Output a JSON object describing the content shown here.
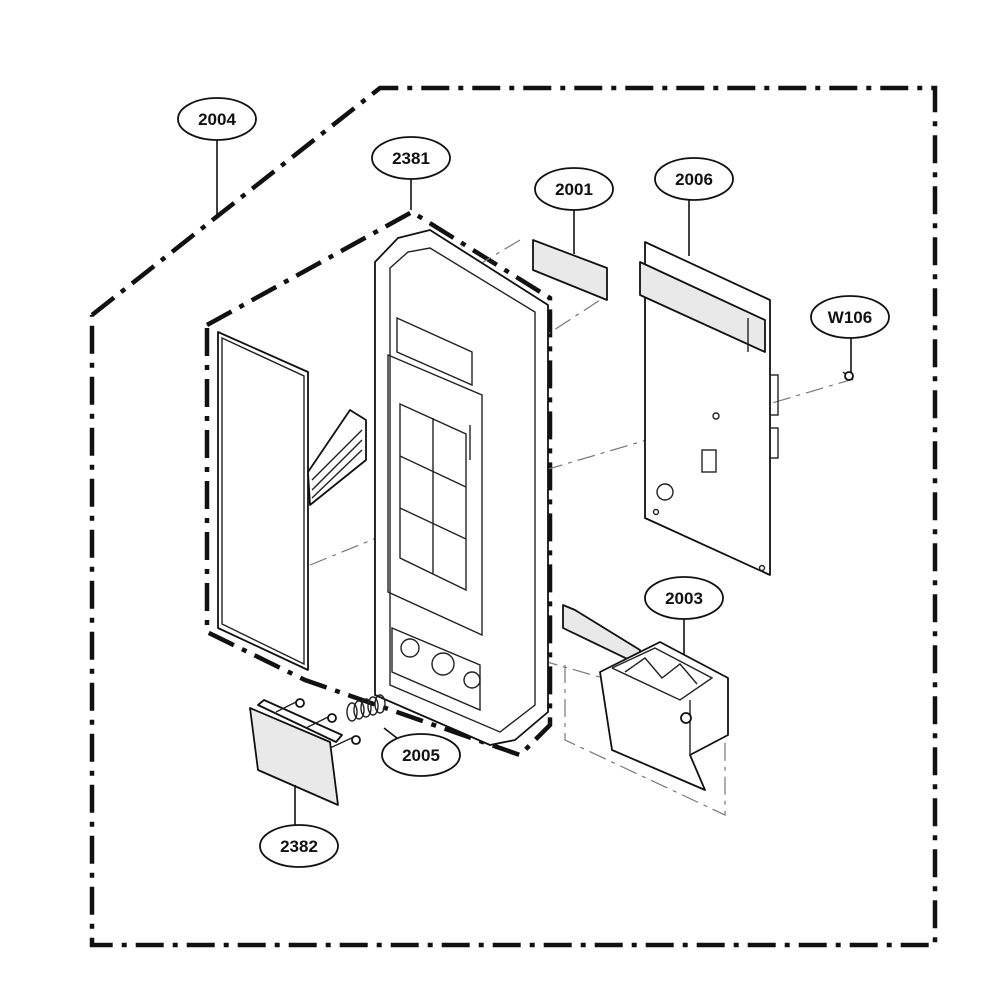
{
  "callouts": {
    "assembly": "2004",
    "control_panel_frame": "2381",
    "display_window": "2001",
    "pcb_assembly": "2006",
    "screw": "W106",
    "door_button_lever": "2003",
    "spring": "2005",
    "push_button": "2382"
  },
  "icons": {
    "diagram": "exploded-parts-diagram"
  }
}
